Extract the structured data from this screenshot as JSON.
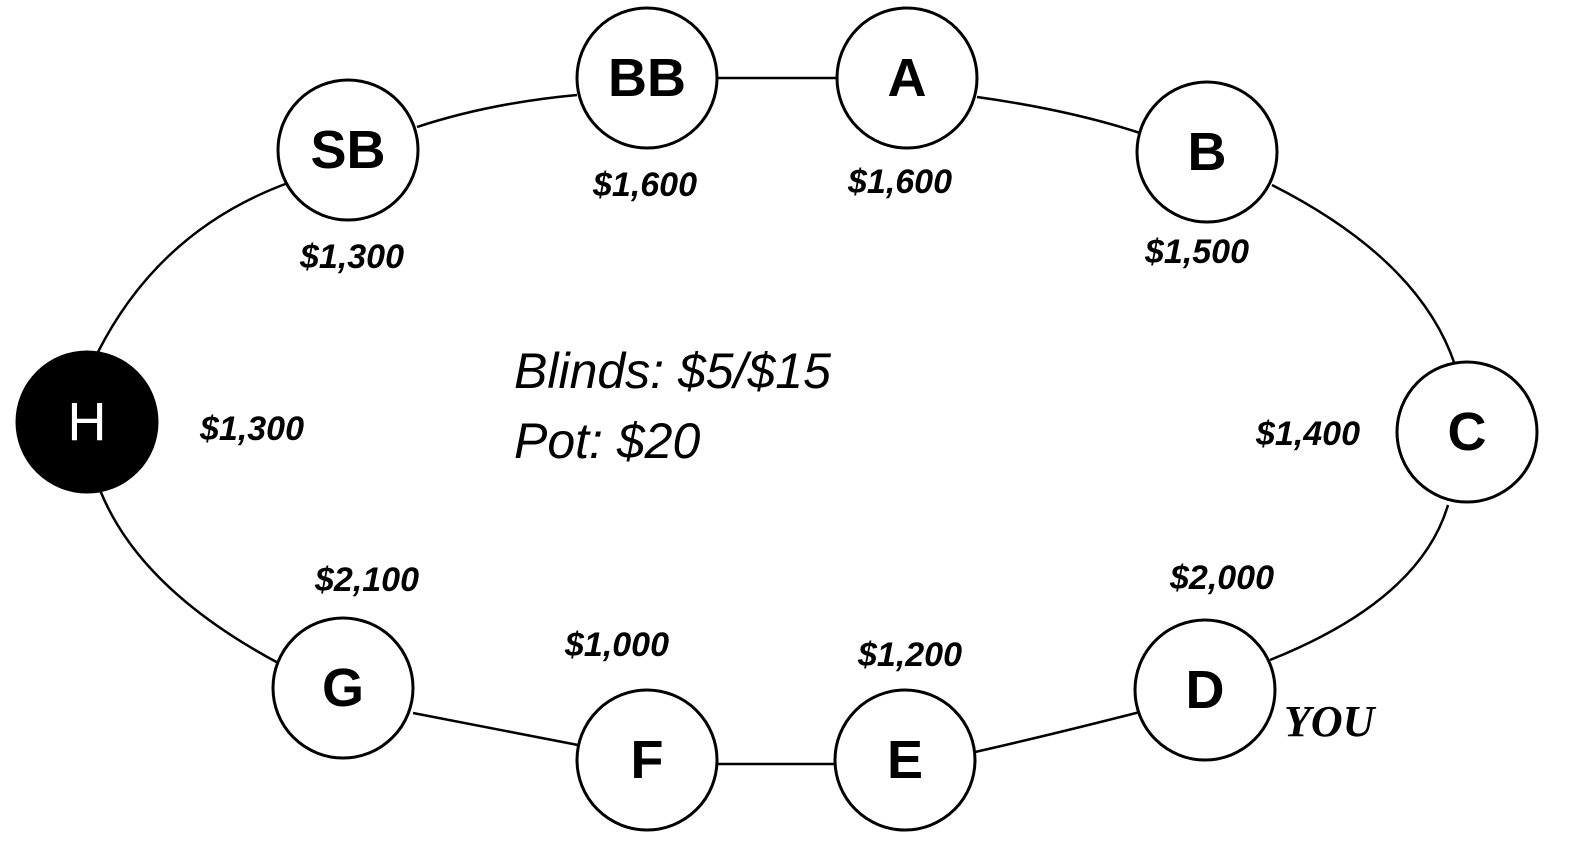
{
  "blinds_text": "Blinds: $5/$15",
  "pot_text": "Pot: $20",
  "you_label": "YOU",
  "colors": {
    "line": "#000000",
    "seat_fill": "#ffffff",
    "dealer_fill": "#000000"
  },
  "seats": [
    {
      "id": "sb",
      "label": "SB",
      "stack": "$1,300"
    },
    {
      "id": "bb",
      "label": "BB",
      "stack": "$1,600"
    },
    {
      "id": "a",
      "label": "A",
      "stack": "$1,600"
    },
    {
      "id": "b",
      "label": "B",
      "stack": "$1,500"
    },
    {
      "id": "c",
      "label": "C",
      "stack": "$1,400"
    },
    {
      "id": "d",
      "label": "D",
      "stack": "$2,000"
    },
    {
      "id": "e",
      "label": "E",
      "stack": "$1,200"
    },
    {
      "id": "f",
      "label": "F",
      "stack": "$1,000"
    },
    {
      "id": "g",
      "label": "G",
      "stack": "$2,100"
    },
    {
      "id": "h",
      "label": "H",
      "stack": "$1,300",
      "dealer": true
    }
  ]
}
